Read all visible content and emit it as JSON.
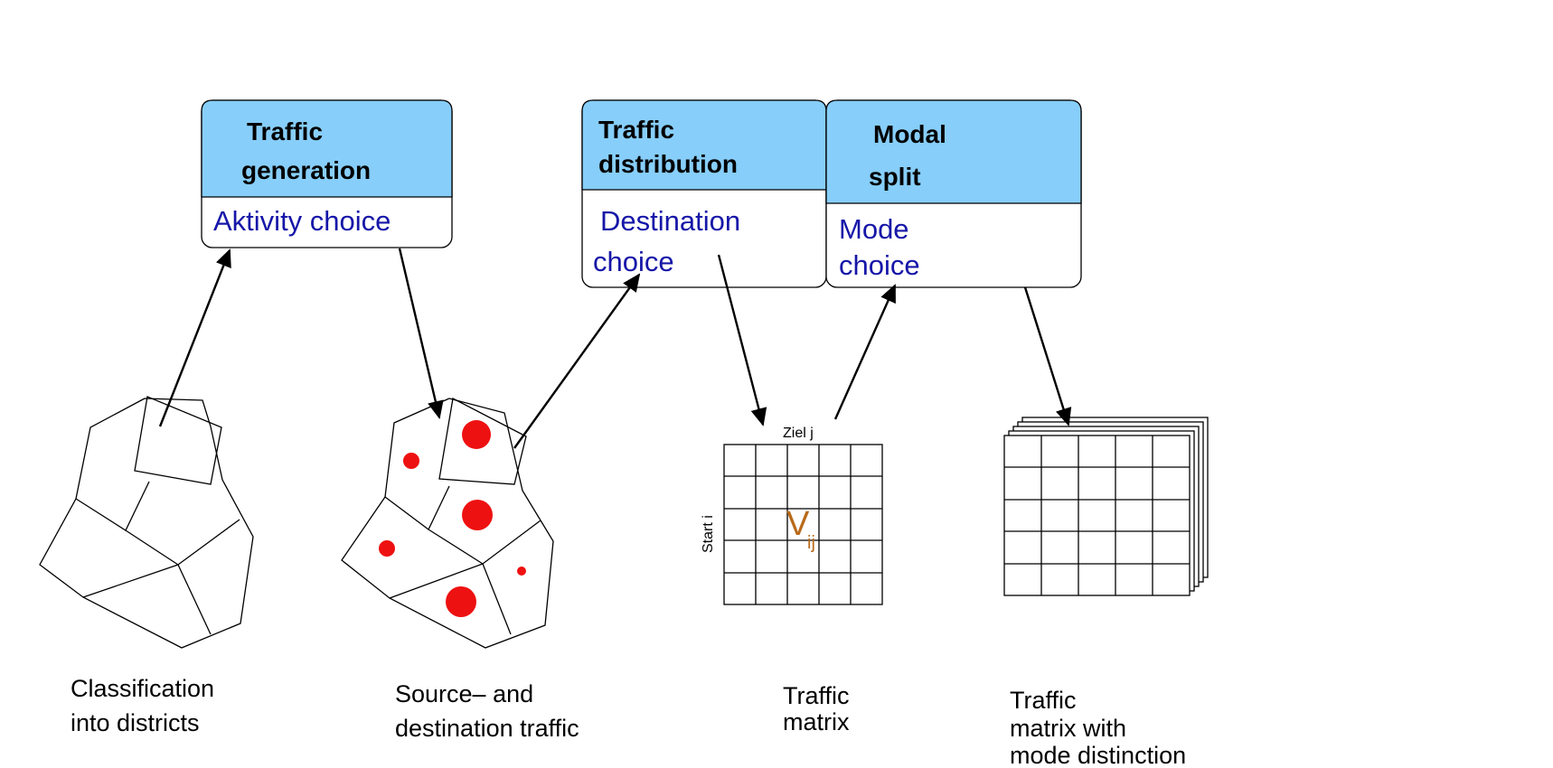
{
  "boxes": {
    "generation": {
      "title_1": "Traffic",
      "title_2": "generation",
      "sub_1": "Aktivity choice"
    },
    "distribution": {
      "title_1": "Traffic",
      "title_2": "distribution",
      "sub_1": "Destination",
      "sub_2": "choice"
    },
    "modal": {
      "title_1": "Modal",
      "title_2": "split",
      "sub_1": "Mode",
      "sub_2": "choice"
    }
  },
  "matrix": {
    "col_label": "Ziel j",
    "row_label": "Start i",
    "cell_main": "V",
    "cell_sub": "ij"
  },
  "captions": {
    "districts": {
      "line_1": "Classification",
      "line_2": "into districts"
    },
    "traffic": {
      "line_1": "Source– and",
      "line_2": "destination traffic"
    },
    "matrix": {
      "line_1": "Traffic",
      "line_2": "matrix"
    },
    "mode_matrix": {
      "line_1": "Traffic",
      "line_2": "matrix with",
      "line_3": "mode distinction"
    }
  },
  "colors": {
    "box_header": "#87cefa",
    "box_subtext": "#1616a8",
    "dot": "#ee1111",
    "vij": "#b86a1a"
  }
}
